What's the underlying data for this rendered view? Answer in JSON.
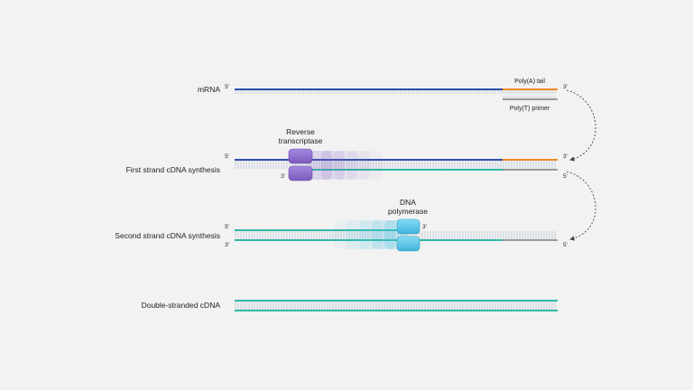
{
  "rows": {
    "mrna": "mRNA",
    "first": "First strand cDNA synthesis",
    "second": "Second strand cDNA synthesis",
    "double": "Double-stranded cDNA"
  },
  "annotations": {
    "polya": "Poly(A) tail",
    "polyt": "Poly(T) primer"
  },
  "enzymes": {
    "rt_line1": "Reverse",
    "rt_line2": "transcriptase",
    "pol_line1": "DNA",
    "pol_line2": "polymerase"
  },
  "ends": {
    "five": "5'",
    "three": "3'"
  },
  "colors": {
    "background": "#f2f2f2",
    "mrna": "#2f4fa8",
    "cdna": "#2fb8a6",
    "polya": "#f08a24",
    "primer": "#9a9a9a",
    "tick": "#a9b7cc",
    "reverse_transcriptase": "#8b6cc9",
    "dna_polymerase": "#4fc3e6",
    "arrow": "#444444"
  }
}
